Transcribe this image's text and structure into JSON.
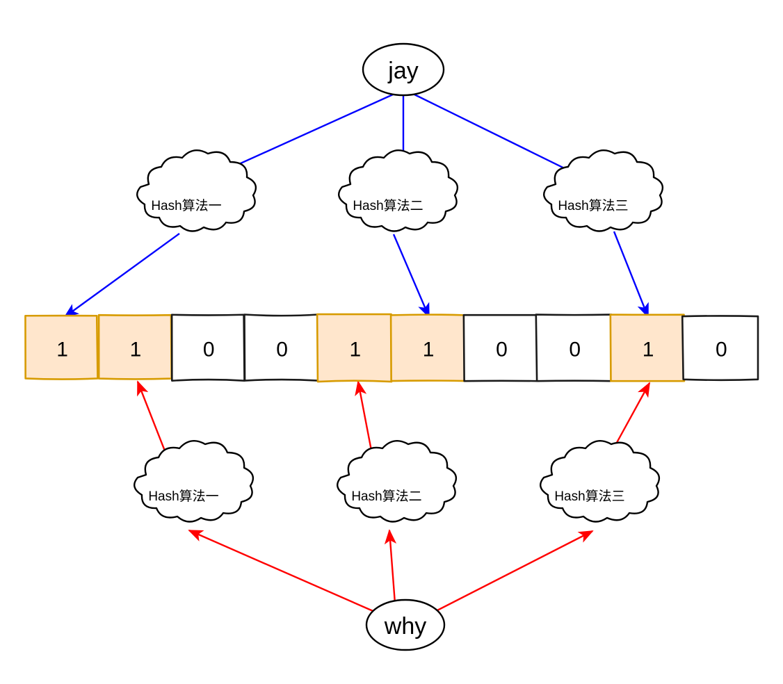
{
  "diagram": {
    "type": "bloom-filter-hash-mapping",
    "background_color": "#ffffff",
    "top_source": {
      "label": "jay",
      "shape": "ellipse",
      "text_color": "#000000",
      "stroke_color": "#000000"
    },
    "bottom_source": {
      "label": "why",
      "shape": "ellipse",
      "text_color": "#000000",
      "stroke_color": "#000000"
    },
    "top_hash_color": "#0000ff",
    "bottom_hash_color": "#ff0000",
    "top_clouds": [
      {
        "label": "Hash算法一"
      },
      {
        "label": "Hash算法二"
      },
      {
        "label": "Hash算法三"
      }
    ],
    "bottom_clouds": [
      {
        "label": "Hash算法一"
      },
      {
        "label": "Hash算法二"
      },
      {
        "label": "Hash算法三"
      }
    ],
    "bit_array": {
      "cells": [
        {
          "index": 0,
          "value": "1",
          "set": true
        },
        {
          "index": 1,
          "value": "1",
          "set": true
        },
        {
          "index": 2,
          "value": "0",
          "set": false
        },
        {
          "index": 3,
          "value": "0",
          "set": false
        },
        {
          "index": 4,
          "value": "1",
          "set": true
        },
        {
          "index": 5,
          "value": "1",
          "set": true
        },
        {
          "index": 6,
          "value": "0",
          "set": false
        },
        {
          "index": 7,
          "value": "0",
          "set": false
        },
        {
          "index": 8,
          "value": "1",
          "set": true
        },
        {
          "index": 9,
          "value": "0",
          "set": false
        }
      ],
      "set_fill_color": "#ffe6cc",
      "set_stroke_color": "#d79b00",
      "unset_fill_color": "#ffffff",
      "unset_stroke_color": "#1a1a1a"
    },
    "top_mappings": [
      {
        "hash": "Hash算法一",
        "target_cell_index": 0
      },
      {
        "hash": "Hash算法二",
        "target_cell_index": 5
      },
      {
        "hash": "Hash算法三",
        "target_cell_index": 8
      }
    ],
    "bottom_mappings": [
      {
        "hash": "Hash算法一",
        "target_cell_index": 1
      },
      {
        "hash": "Hash算法二",
        "target_cell_index": 4
      },
      {
        "hash": "Hash算法三",
        "target_cell_index": 8
      }
    ]
  }
}
